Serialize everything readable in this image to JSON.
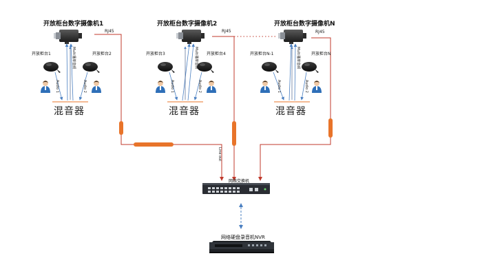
{
  "groups": [
    {
      "camera_title": "开放柜台数字摄像机1",
      "mic_left": "开放柜台1",
      "mic_right": "开放柜台2",
      "audio_left": "Audio 1",
      "audio_right": "Audio 2",
      "vertical_label": "Multi播单音频",
      "mixer": "混音器"
    },
    {
      "camera_title": "开放柜台数字摄像机2",
      "mic_left": "开放柜台3",
      "mic_right": "开放柜台4",
      "audio_left": "Audio 1",
      "audio_right": "Audio 2",
      "vertical_label": "Multi播单音频",
      "mixer": "混音器"
    },
    {
      "camera_title": "开放柜台数字摄像机N",
      "mic_left": "开放柜台N-1",
      "mic_right": "开放柜台N",
      "audio_left": "Audio 1",
      "audio_right": "Audio 2",
      "vertical_label": "Multi播单音频",
      "mixer": "混音器"
    }
  ],
  "rj45": "RJ45",
  "line_out": "Line out",
  "switch_label": "网络交换机",
  "nvr_label": "网络硬盘录音机NVR",
  "colors": {
    "cable_red": "#c0392b",
    "ferrite_orange": "#e8742a",
    "arrow_blue": "#4a7fc1",
    "arrow_dark": "#2c4a7a"
  }
}
